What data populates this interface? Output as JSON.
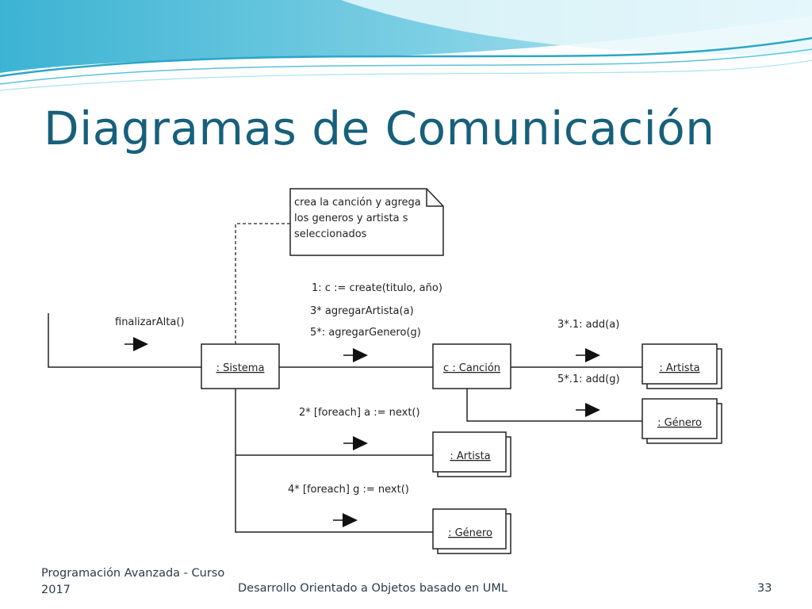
{
  "slide": {
    "title": "Diagramas de Comunicación",
    "footer_left": "Programación Avanzada - Curso 2017",
    "footer_center": "Desarrollo Orientado a Objetos basado en UML",
    "page_number": "33"
  },
  "colors": {
    "title": "#17607b",
    "wave_dark": "#2aa6c9",
    "wave_light": "#a8e2ef"
  },
  "diagram": {
    "note_lines": [
      "crea la canción y agrega",
      "los generos y artista s",
      "seleccionados"
    ],
    "objects": {
      "sistema": ": Sistema",
      "cancion": "c : Canción",
      "artista_multi": ": Artista",
      "genero_multi": ": Género",
      "artista_list": ": Artista",
      "genero_list": ": Género"
    },
    "messages": {
      "finalizar_alta": "finalizarAlta()",
      "create": "1: c := create(titulo, año)",
      "agregar_artista": "3* agregarArtista(a)",
      "agregar_genero": "5*: agregarGenero(g)",
      "add_artista": "3*.1: add(a)",
      "add_genero": "5*.1: add(g)",
      "next_artista": "2* [foreach] a := next()",
      "next_genero": "4* [foreach] g := next()"
    },
    "arrow_icon": "filled-arrow-right"
  }
}
